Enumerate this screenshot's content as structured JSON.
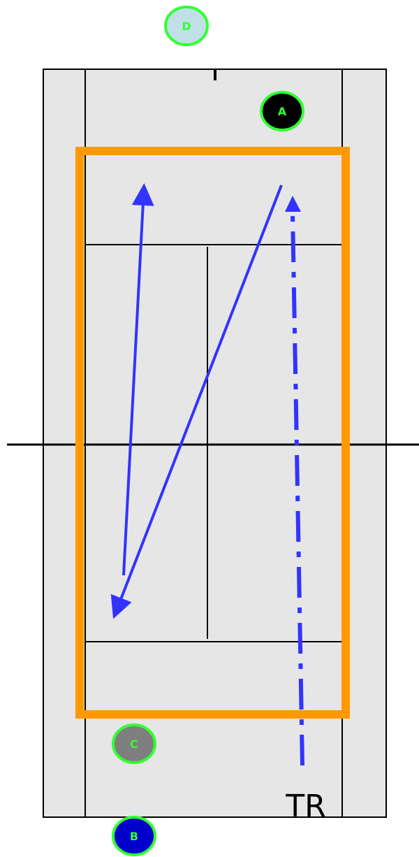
{
  "colors": {
    "court_fill": "#e6e6e6",
    "court_line": "#000000",
    "zone_outline": "#ff9900",
    "shot_arrow": "#3333ff",
    "player_ring": "#33ff33",
    "player_text": "#33ff33"
  },
  "players": [
    {
      "label": "D",
      "fill": "#bfe0e6"
    },
    {
      "label": "A",
      "fill": "#000000"
    },
    {
      "label": "C",
      "fill": "#7f7f7f"
    },
    {
      "label": "B",
      "fill": "#0000cc"
    }
  ],
  "corner_label": "TR"
}
